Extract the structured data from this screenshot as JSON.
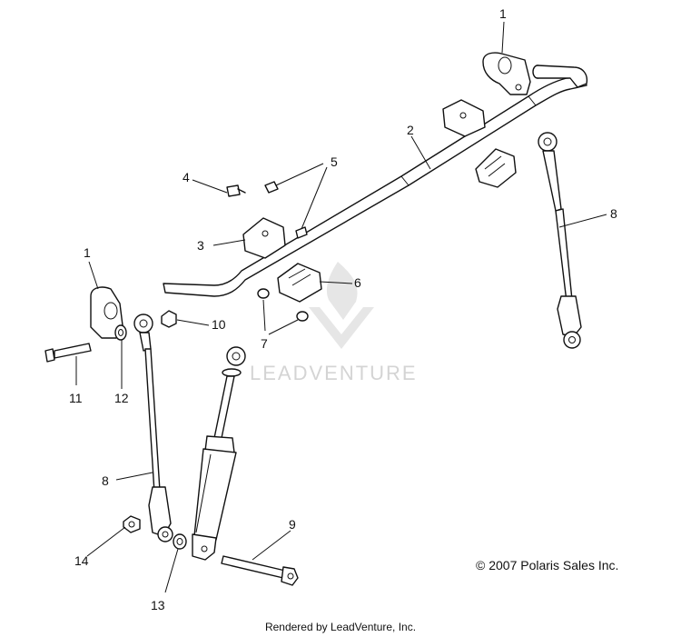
{
  "watermark": "LEADVENTURE",
  "copyright": "© 2007 Polaris Sales Inc.",
  "footer": "Rendered by LeadVenture, Inc.",
  "callouts": [
    "1",
    "1",
    "2",
    "3",
    "4",
    "5",
    "6",
    "7",
    "8",
    "8",
    "9",
    "10",
    "11",
    "12",
    "13",
    "14"
  ]
}
